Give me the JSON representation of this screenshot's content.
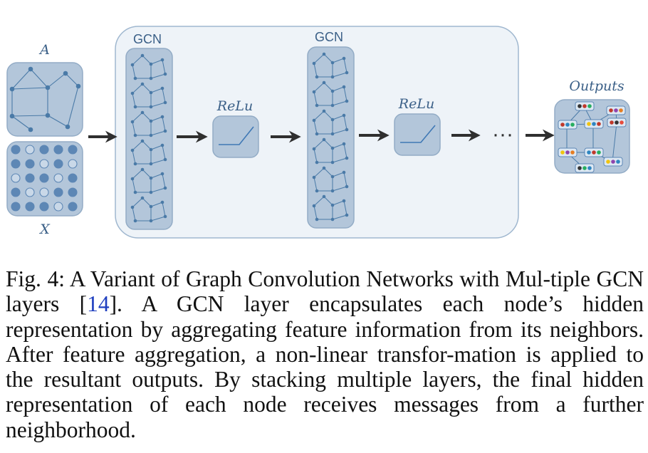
{
  "diagram": {
    "input_a_label": "A",
    "input_x_label": "X",
    "gcn_label_1": "GCN",
    "gcn_label_2": "GCN",
    "relu_label_1": "ReLu",
    "relu_label_2": "ReLu",
    "ellipsis": "···",
    "outputs_label": "Outputs",
    "colors": {
      "box_fill": "#b3c6da",
      "box_stroke": "#93acc6",
      "container_fill": "#eef3f8",
      "container_stroke": "#9fb7cf",
      "edge": "#4a7aa7",
      "arrow": "#2f2f2f",
      "label": "#3a5f87"
    }
  },
  "caption": {
    "prefix": "Fig. 4: A Variant of Graph Convolution Networks with Mul-tiple GCN layers [",
    "citation": "14",
    "suffix": "]. A GCN layer encapsulates each node’s hidden representation by aggregating feature information from its neighbors. After feature aggregation, a non-linear transfor-mation is applied to the resultant outputs. By stacking multiple layers, the final hidden representation of each node receives messages from a further neighborhood."
  }
}
